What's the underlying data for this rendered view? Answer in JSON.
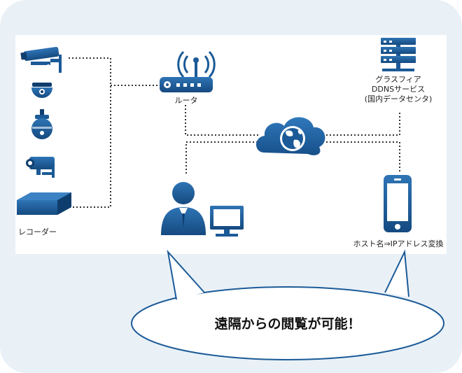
{
  "labels": {
    "router": "ルータ",
    "server_line1": "グラスフィア",
    "server_line2": "DDNSサービス",
    "server_line3": "(国内データセンタ)",
    "recorder": "レコーダー",
    "phone": "ホスト名⇒IPアドレス変換"
  },
  "bubble": {
    "text": "遠隔からの閲覧が可能！"
  },
  "icons": {
    "cameras": [
      "bullet-camera-icon",
      "dome-camera-icon",
      "ptz-camera-icon",
      "box-camera-icon"
    ],
    "recorder": "recorder-icon",
    "router": "router-icon",
    "server": "server-icon",
    "cloud": "cloud-globe-icon",
    "user": "user-icon",
    "monitor": "monitor-icon",
    "phone": "smartphone-icon"
  },
  "colors": {
    "outer_background": "#e9f1f7",
    "panel": "#ffffff",
    "device_blue": "#1b5a97",
    "device_dark": "#0f3e6e",
    "line": "#333333"
  }
}
